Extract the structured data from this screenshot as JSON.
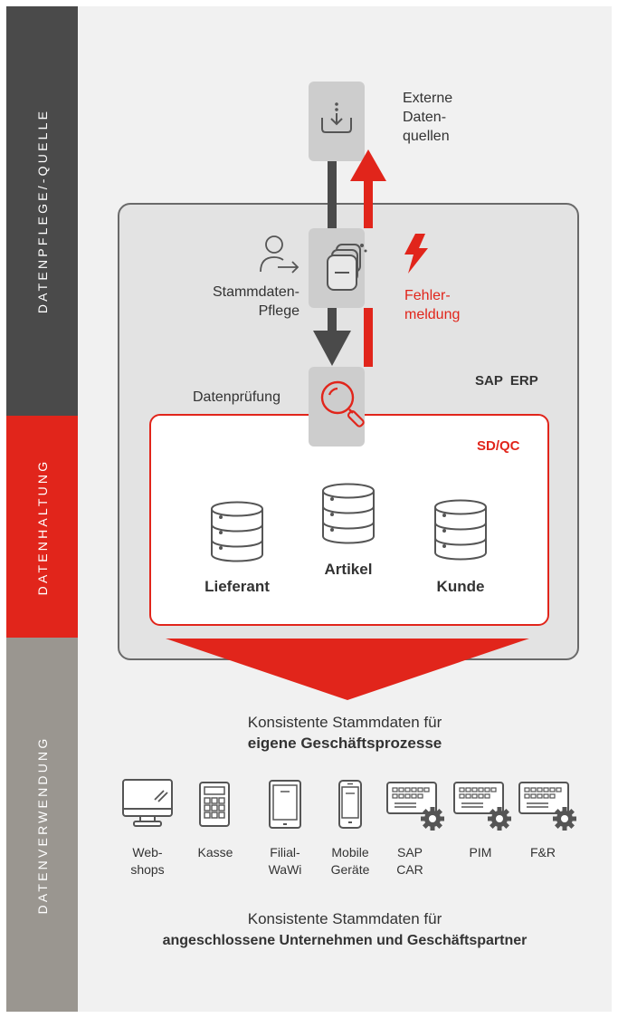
{
  "side_labels": {
    "top": "DATENPFLEGE/-QUELLE",
    "middle": "DATENHALTUNG",
    "bottom": "DATENVERWENDUNG"
  },
  "sources": {
    "label": "Externe\nDaten-\nquellen"
  },
  "maintenance": {
    "label": "Stammdaten-\nPflege"
  },
  "error": {
    "label": "Fehler-\nmeldung"
  },
  "check": {
    "label": "Datenprüfung"
  },
  "systems": {
    "erp": "SAP  ERP",
    "sdqc": "SD/QC"
  },
  "databases": [
    {
      "label": "Lieferant"
    },
    {
      "label": "Artikel"
    },
    {
      "label": "Kunde"
    }
  ],
  "own_processes": {
    "line1": "Konsistente Stammdaten für",
    "line2": "eigene Geschäftsprozesse"
  },
  "devices": [
    {
      "label": "Web-\nshops",
      "icon": "monitor-icon"
    },
    {
      "label": "Kasse",
      "icon": "calculator-icon"
    },
    {
      "label": "Filial-\nWaWi",
      "icon": "tablet-icon"
    },
    {
      "label": "Mobile\nGeräte",
      "icon": "phone-icon"
    },
    {
      "label": "SAP\nCAR",
      "icon": "keyboard-gear-icon"
    },
    {
      "label": "PIM",
      "icon": "keyboard-gear-icon"
    },
    {
      "label": "F&R",
      "icon": "keyboard-gear-icon"
    }
  ],
  "partners": {
    "line1": "Konsistente Stammdaten für",
    "line2": "angeschlossene Unternehmen und Geschäftspartner"
  },
  "colors": {
    "red": "#e1251b",
    "dark_gray": "#4a4a4a",
    "mid_gray": "#9a9690",
    "box_gray": "#cdcdcd"
  }
}
